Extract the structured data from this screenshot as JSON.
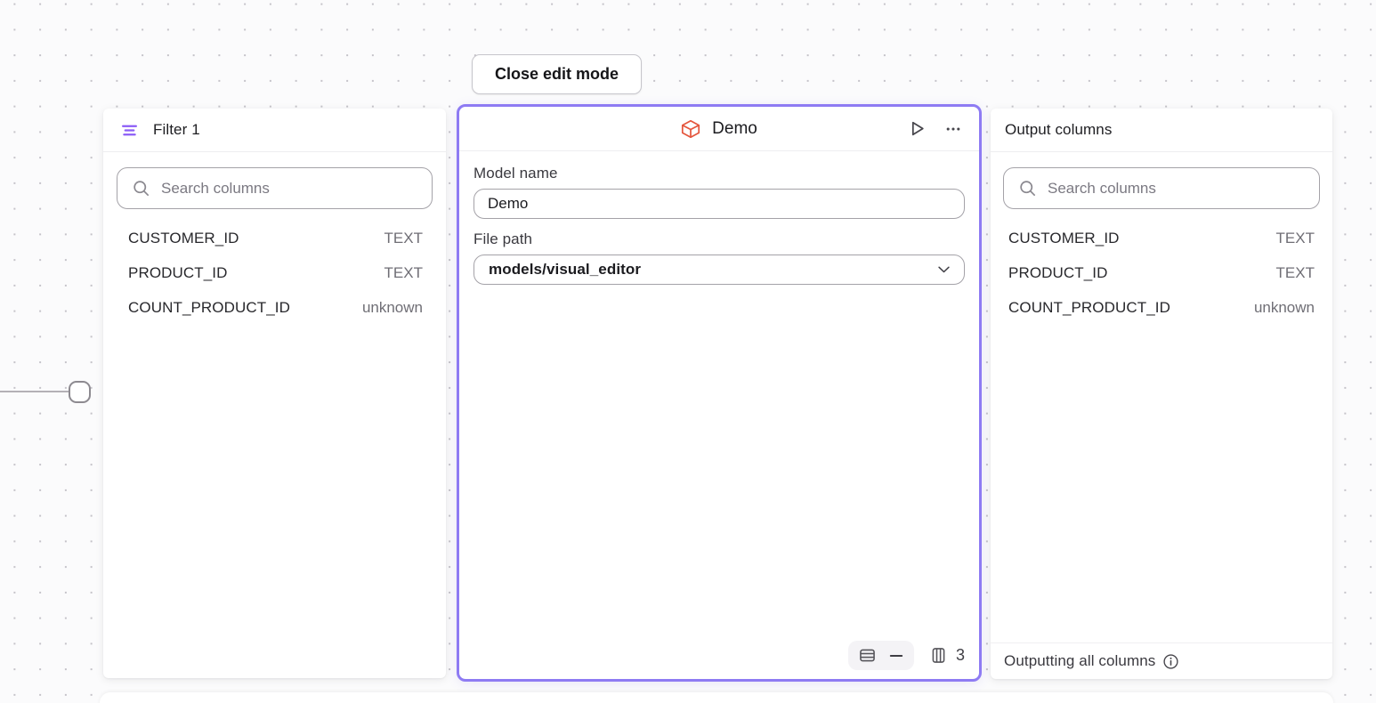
{
  "toolbar": {
    "close_edit_mode_label": "Close edit mode"
  },
  "filter_panel": {
    "title": "Filter 1",
    "search_placeholder": "Search columns",
    "columns": [
      {
        "name": "CUSTOMER_ID",
        "type": "TEXT"
      },
      {
        "name": "PRODUCT_ID",
        "type": "TEXT"
      },
      {
        "name": "COUNT_PRODUCT_ID",
        "type": "unknown"
      }
    ]
  },
  "model_panel": {
    "title": "Demo",
    "model_name_label": "Model name",
    "model_name_value": "Demo",
    "file_path_label": "File path",
    "file_path_value": "models/visual_editor",
    "column_count": "3"
  },
  "output_panel": {
    "title": "Output columns",
    "search_placeholder": "Search columns",
    "columns": [
      {
        "name": "CUSTOMER_ID",
        "type": "TEXT"
      },
      {
        "name": "PRODUCT_ID",
        "type": "TEXT"
      },
      {
        "name": "COUNT_PRODUCT_ID",
        "type": "unknown"
      }
    ],
    "footer_text": "Outputting all columns"
  },
  "icons": {
    "filter": "filter-lines",
    "model": "cube",
    "run": "play-triangle",
    "more": "ellipsis",
    "search": "magnifier",
    "dropdown": "chevron-down",
    "rows": "table-rows",
    "no_row_count": "dash",
    "columns": "table-columns",
    "info": "circle-i"
  },
  "colors": {
    "selected_node_border": "#8e7bf3",
    "filter_icon": "#8b5cf6",
    "model_icon": "#e4553c",
    "canvas_background": "#fbfbfc"
  }
}
